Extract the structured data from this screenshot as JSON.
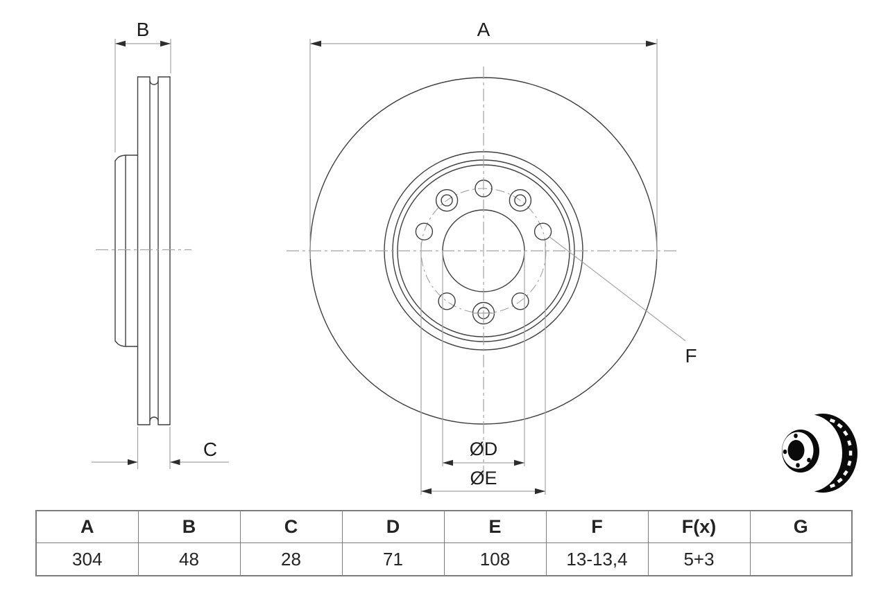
{
  "labels": {
    "a": "A",
    "b": "B",
    "c": "C",
    "f": "F",
    "d": "ØD",
    "e": "ØE"
  },
  "table": {
    "headers": [
      "A",
      "B",
      "C",
      "D",
      "E",
      "F",
      "F(x)",
      "G"
    ],
    "values": [
      "304",
      "48",
      "28",
      "71",
      "108",
      "13-13,4",
      "5+3",
      ""
    ]
  },
  "icons": {
    "brake_disc_3d": "brake-disc-3d-icon"
  },
  "colors": {
    "object_line": "#3e3e3e",
    "dimension_line": "#a4a4a4",
    "arrowhead": "#2d2d2d",
    "text": "#1d1d1d",
    "table_border": "#7c7c7c",
    "icon_ink": "#0a0a0a",
    "background": "#ffffff"
  }
}
